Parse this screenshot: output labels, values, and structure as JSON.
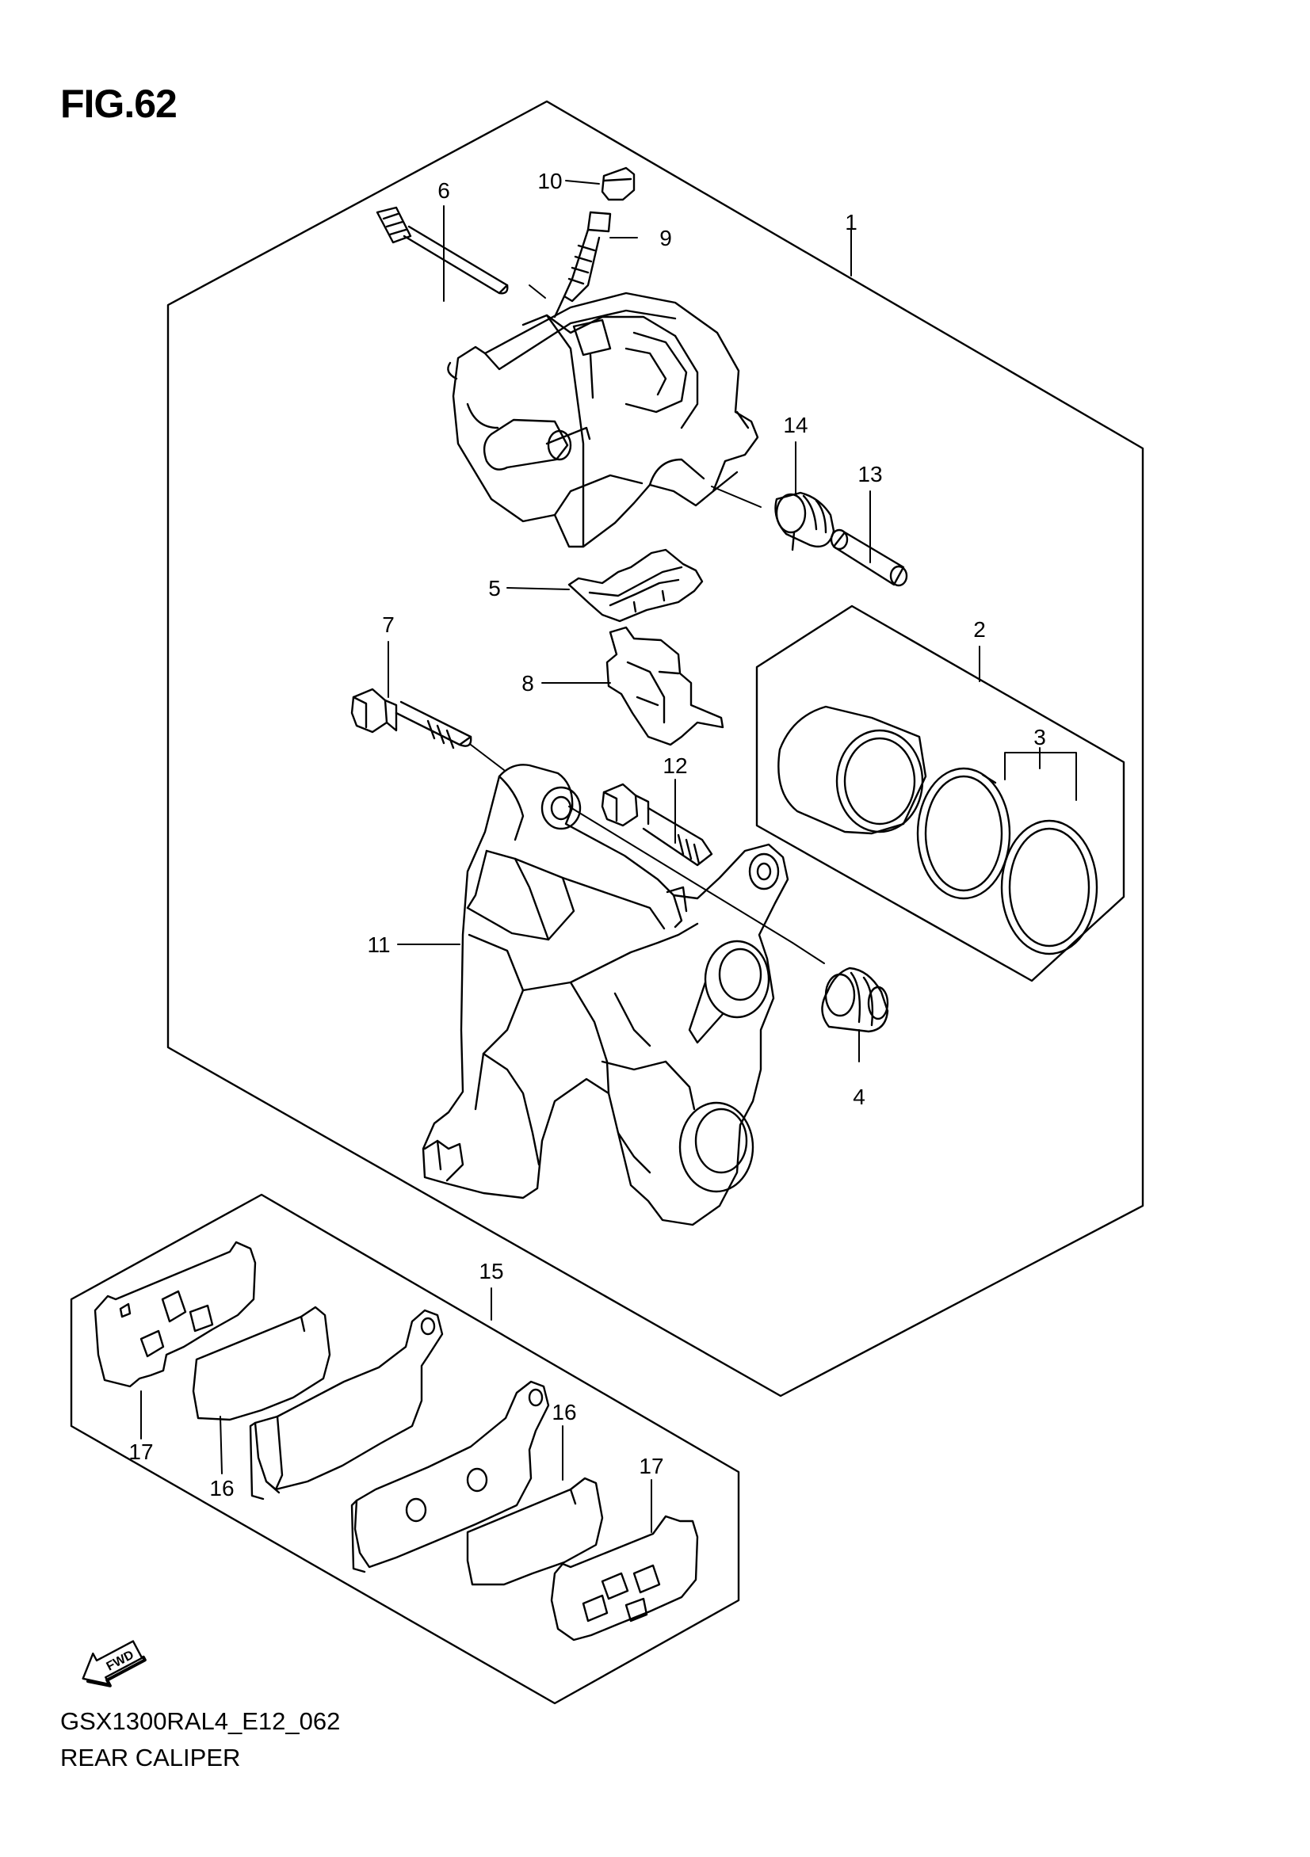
{
  "figure": {
    "title": "FIG.62",
    "code": "GSX1300RAL4_E12_062",
    "name": "REAR CALIPER",
    "direction_label": "FWD"
  },
  "callouts": [
    {
      "id": "c1",
      "label": "1"
    },
    {
      "id": "c2",
      "label": "2"
    },
    {
      "id": "c3",
      "label": "3"
    },
    {
      "id": "c4",
      "label": "4"
    },
    {
      "id": "c5",
      "label": "5"
    },
    {
      "id": "c6",
      "label": "6"
    },
    {
      "id": "c7",
      "label": "7"
    },
    {
      "id": "c8",
      "label": "8"
    },
    {
      "id": "c9",
      "label": "9"
    },
    {
      "id": "c10",
      "label": "10"
    },
    {
      "id": "c11",
      "label": "11"
    },
    {
      "id": "c12",
      "label": "12"
    },
    {
      "id": "c13",
      "label": "13"
    },
    {
      "id": "c14",
      "label": "14"
    },
    {
      "id": "c15",
      "label": "15"
    },
    {
      "id": "c16a",
      "label": "16"
    },
    {
      "id": "c16b",
      "label": "16"
    },
    {
      "id": "c17a",
      "label": "17"
    },
    {
      "id": "c17b",
      "label": "17"
    }
  ],
  "colors": {
    "line": "#000000",
    "background": "#ffffff"
  }
}
